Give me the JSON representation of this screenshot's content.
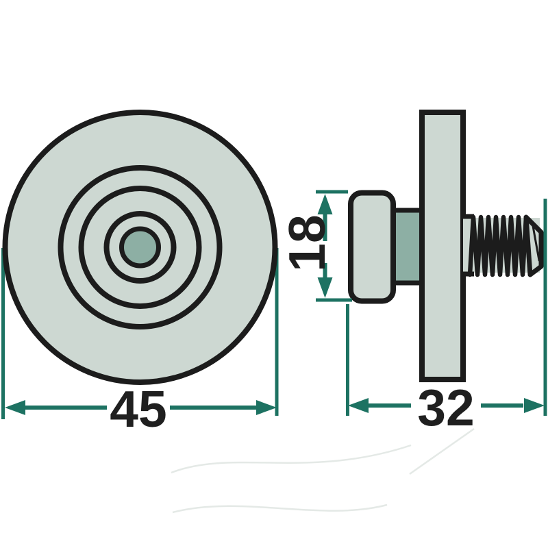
{
  "colors": {
    "outline": "#1c1c1c",
    "fill-light": "#cdd8d2",
    "fill-dark": "#8dafa4",
    "dimension": "#1d7262",
    "label": "#1f1f1f",
    "background": "#ffffff",
    "watermark": "#e4e9e6"
  },
  "dimensions": {
    "d45": "45",
    "d32": "32",
    "d18": "18"
  }
}
